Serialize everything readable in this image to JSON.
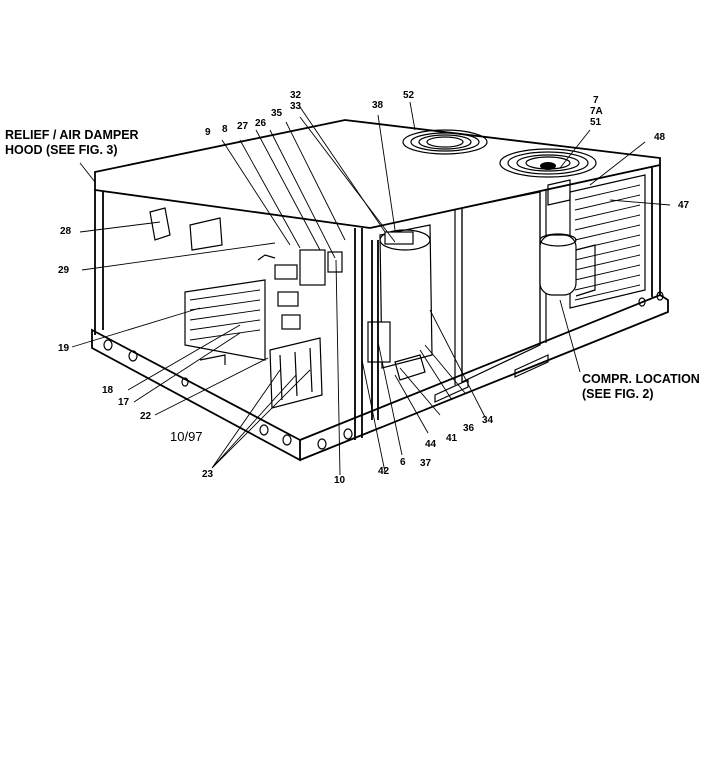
{
  "figure": {
    "date_code": "10/97",
    "notes": [
      {
        "line1": "RELIEF / AIR DAMPER",
        "line2": "HOOD (SEE FIG. 3)"
      },
      {
        "line1": "COMPR. LOCATION",
        "line2": "(SEE FIG. 2)"
      }
    ],
    "callouts": [
      "9",
      "8",
      "27",
      "26",
      "35",
      "32",
      "33",
      "38",
      "52",
      "7",
      "7A",
      "51",
      "48",
      "47",
      "28",
      "29",
      "19",
      "18",
      "17",
      "22",
      "23",
      "10",
      "42",
      "6",
      "37",
      "44",
      "41",
      "36",
      "34"
    ]
  }
}
